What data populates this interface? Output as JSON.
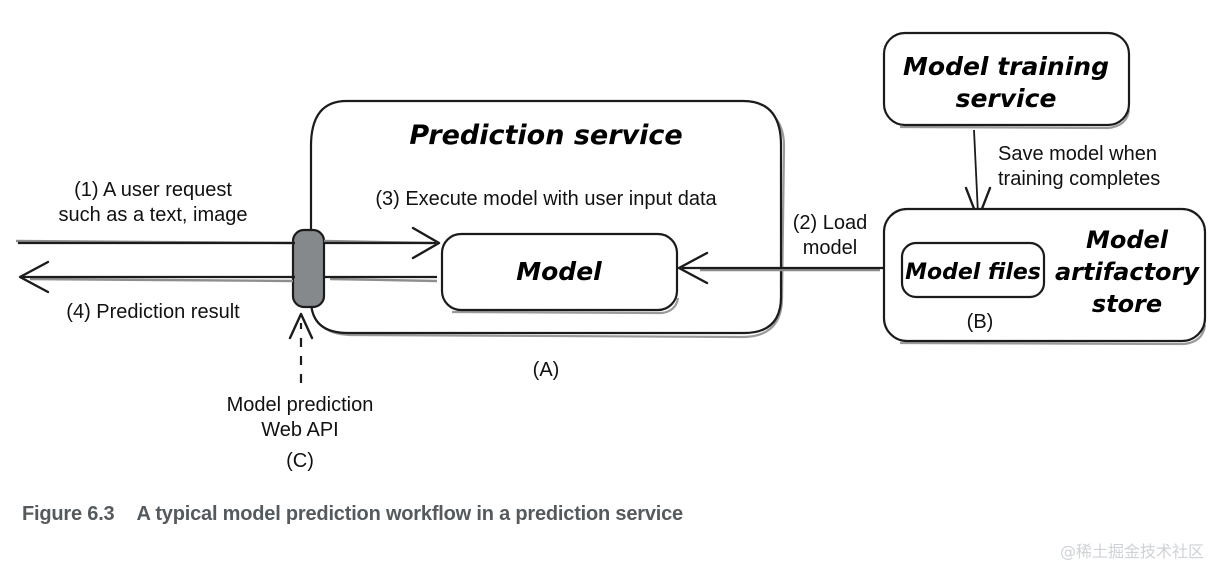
{
  "figure": {
    "caption_number": "Figure 6.3",
    "caption_text": "A typical model prediction workflow in a prediction service",
    "watermark": "@稀土掘金技术社区"
  },
  "diagram": {
    "type": "flow-diagram",
    "prediction_service": {
      "title": "Prediction service",
      "tag": "(A)",
      "step3_label": "(3) Execute model with user input data",
      "model_box_label": "Model"
    },
    "gateway": {
      "callout_line1": "Model prediction",
      "callout_line2": "Web API",
      "tag": "(C)"
    },
    "requests": {
      "inbound_line1": "(1) A user request",
      "inbound_line2": "such as a text, image",
      "outbound": "(4) Prediction result"
    },
    "load": {
      "line1": "(2) Load",
      "line2": "model"
    },
    "training_service": {
      "line1": "Model training",
      "line2": "service"
    },
    "save_note": {
      "line1": "Save model when",
      "line2": "training completes"
    },
    "artifactory": {
      "files_label": "Model files",
      "title_line1": "Model",
      "title_line2": "artifactory",
      "title_line3": "store",
      "tag": "(B)"
    }
  },
  "colors": {
    "ink": "#1b1b1b",
    "gateway_fill": "#85898c",
    "caption": "#555a5e",
    "watermark": "#cfd2d6",
    "background": "#ffffff"
  }
}
